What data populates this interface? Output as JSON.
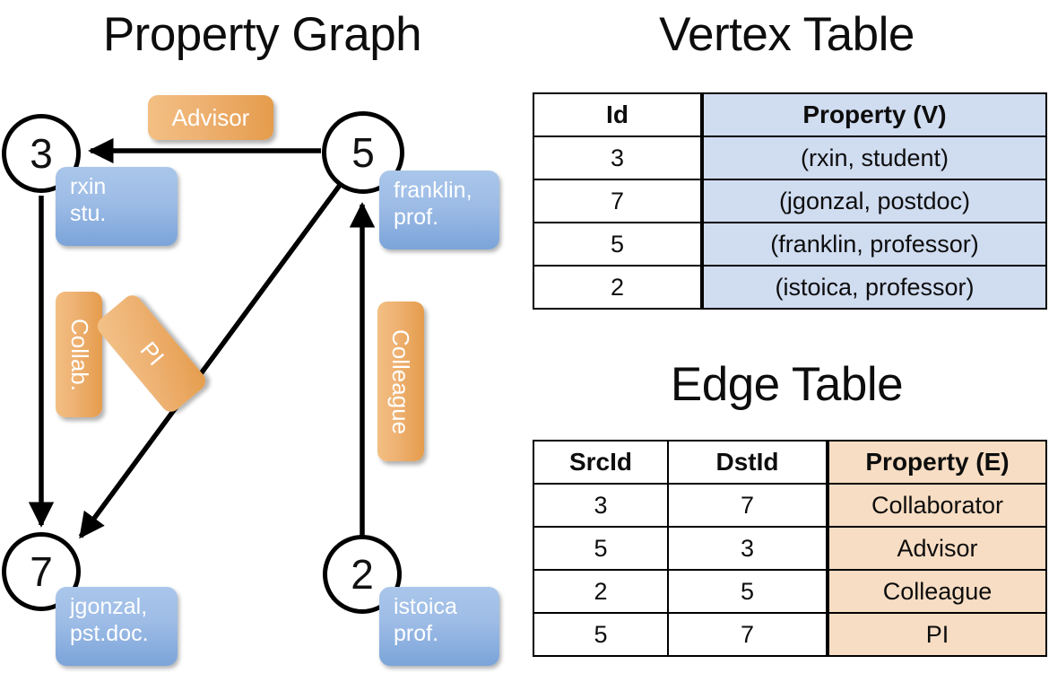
{
  "titles": {
    "property_graph": "Property Graph",
    "vertex_table": "Vertex Table",
    "edge_table": "Edge Table"
  },
  "graph": {
    "nodes": [
      {
        "id": "3",
        "label": "3",
        "property_line1": "rxin",
        "property_line2": "stu."
      },
      {
        "id": "5",
        "label": "5",
        "property_line1": "franklin,",
        "property_line2": "prof."
      },
      {
        "id": "7",
        "label": "7",
        "property_line1": "jgonzal,",
        "property_line2": "pst.doc."
      },
      {
        "id": "2",
        "label": "2",
        "property_line1": "istoica",
        "property_line2": "prof."
      }
    ],
    "edge_labels": [
      {
        "name": "advisor",
        "text": "Advisor"
      },
      {
        "name": "collab",
        "text": "Collab."
      },
      {
        "name": "pi",
        "text": "PI"
      },
      {
        "name": "colleague",
        "text": "Colleague"
      }
    ]
  },
  "vertex_table": {
    "headers": [
      "Id",
      "Property (V)"
    ],
    "rows": [
      [
        "3",
        "(rxin, student)"
      ],
      [
        "7",
        "(jgonzal, postdoc)"
      ],
      [
        "5",
        "(franklin, professor)"
      ],
      [
        "2",
        "(istoica, professor)"
      ]
    ]
  },
  "edge_table": {
    "headers": [
      "SrcId",
      "DstId",
      "Property (E)"
    ],
    "rows": [
      [
        "3",
        "7",
        "Collaborator"
      ],
      [
        "5",
        "3",
        "Advisor"
      ],
      [
        "2",
        "5",
        "Colleague"
      ],
      [
        "5",
        "7",
        "PI"
      ]
    ]
  },
  "colors": {
    "vertex_property_fill": "#d0dcf0",
    "edge_property_fill": "#f7ddc3",
    "node_property_box": "#8fb2e0",
    "edge_label_badge": "#eeb273",
    "stroke": "#000000",
    "background": "#ffffff"
  },
  "chart_data": {
    "type": "diagram",
    "title": "Property Graph",
    "nodes": [
      {
        "id": 3,
        "name": "rxin",
        "role": "student"
      },
      {
        "id": 7,
        "name": "jgonzal",
        "role": "postdoc"
      },
      {
        "id": 5,
        "name": "franklin",
        "role": "professor"
      },
      {
        "id": 2,
        "name": "istoica",
        "role": "professor"
      }
    ],
    "edges": [
      {
        "src": 3,
        "dst": 7,
        "property": "Collaborator"
      },
      {
        "src": 5,
        "dst": 3,
        "property": "Advisor"
      },
      {
        "src": 2,
        "dst": 5,
        "property": "Colleague"
      },
      {
        "src": 5,
        "dst": 7,
        "property": "PI"
      }
    ]
  }
}
